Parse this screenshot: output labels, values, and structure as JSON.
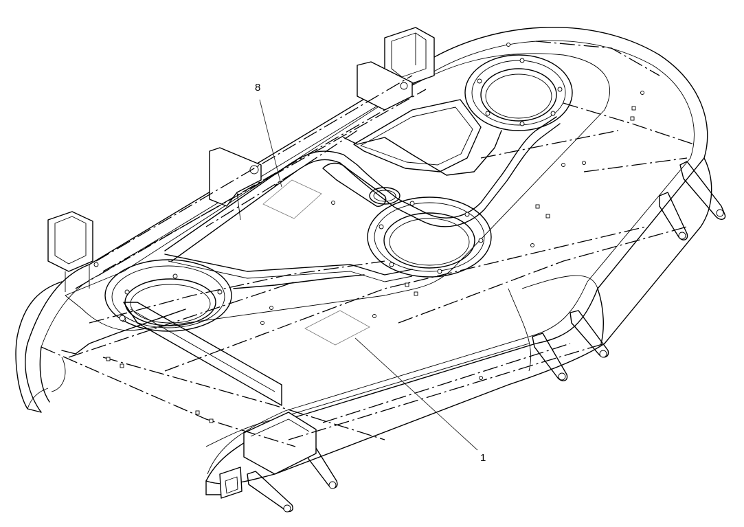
{
  "callouts": [
    {
      "id": "decal-upper",
      "label": "8"
    },
    {
      "id": "decal-lower",
      "label": "1"
    }
  ],
  "colors": {
    "line": "#000000",
    "background": "#ffffff",
    "decal": "#777777"
  }
}
